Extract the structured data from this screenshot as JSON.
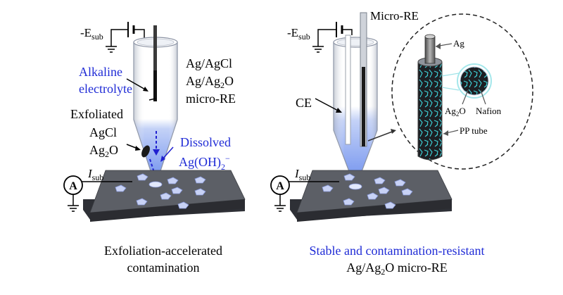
{
  "colors": {
    "blue_text": "#1f2bd6",
    "electrolyte": "#7f9ff0",
    "substrate_top": "#5c5f66",
    "substrate_side": "#2e3036",
    "crystal": "#c8d2f5",
    "nafion": "#3fd3d9"
  },
  "left_panel": {
    "bias_label": "-E",
    "bias_sub": "sub",
    "current_label": "I",
    "current_sub": "sub",
    "ammeter_symbol": "A",
    "electrolyte_line1": "Alkaline",
    "electrolyte_line2": "electrolyte",
    "ref_line1": "Ag/AgCl",
    "ref_line2_a": "Ag/Ag",
    "ref_line2_sub": "2",
    "ref_line2_b": "O",
    "ref_line3": "micro-RE",
    "exfoliated_line1": "Exfoliated",
    "exfoliated_line2": "AgCl",
    "exfoliated_line3_a": "Ag",
    "exfoliated_line3_sub": "2",
    "exfoliated_line3_b": "O",
    "dissolved_line1": "Dissolved",
    "dissolved_line2_a": "Ag(OH)",
    "dissolved_line2_sub": "2",
    "dissolved_line2_sup": "−",
    "caption_line1": "Exfoliation-accelerated",
    "caption_line2": "contamination"
  },
  "right_panel": {
    "bias_label": "-E",
    "bias_sub": "sub",
    "current_label": "I",
    "current_sub": "sub",
    "ammeter_symbol": "A",
    "micro_re_label": "Micro-RE",
    "ce_label": "CE",
    "inset_ag": "Ag",
    "inset_ag2o_a": "Ag",
    "inset_ag2o_sub": "2",
    "inset_ag2o_b": "O",
    "inset_nafion": "Nafion",
    "inset_pp": "PP tube",
    "caption_line1": "Stable and contamination-resistant",
    "caption_line2_a": "Ag/Ag",
    "caption_line2_sub": "2",
    "caption_line2_b": "O micro-RE"
  }
}
